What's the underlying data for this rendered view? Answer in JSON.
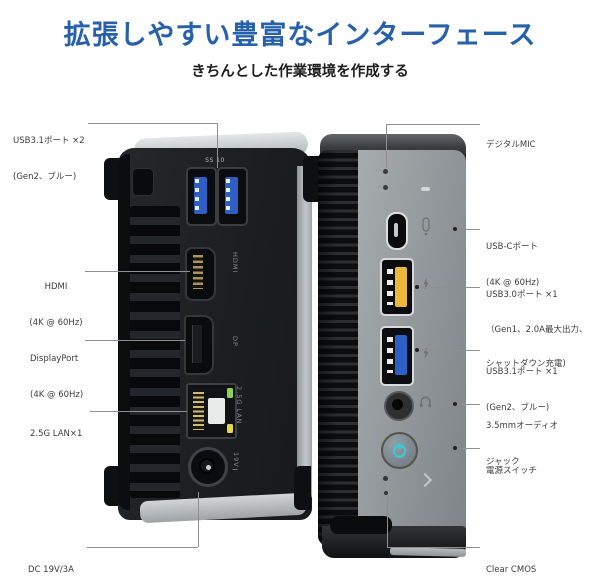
{
  "header": {
    "title": "拡張しやすい豊富なインターフェース",
    "subtitle": "きちんとした作業環境を作成する"
  },
  "callouts": {
    "left": [
      {
        "id": "usb31x2",
        "l1": "USB3.1ポート ×2",
        "l2": "(Gen2、ブルー)"
      },
      {
        "id": "hdmi",
        "l1": "HDMI",
        "l2": "(4K @ 60Hz)"
      },
      {
        "id": "dp",
        "l1": "DisplayPort",
        "l2": "(4K @ 60Hz)"
      },
      {
        "id": "lan",
        "l1": "2.5G LAN×1"
      },
      {
        "id": "dc",
        "l1": "DC 19V/3A"
      }
    ],
    "right": [
      {
        "id": "mic",
        "l1": "デジタルMIC"
      },
      {
        "id": "usbc",
        "l1": "USB-Cポート",
        "l2": "(4K @ 60Hz)"
      },
      {
        "id": "usb30",
        "l1": "USB3.0ポート ×1",
        "l2": "（Gen1、2.0A最大出力、",
        "l3": "シャットダウン充電)"
      },
      {
        "id": "usb31",
        "l1": "USB3.1ポート ×1",
        "l2": "(Gen2、ブルー)"
      },
      {
        "id": "audio",
        "l1": "3.5mmオーディオ",
        "l2": "ジャック"
      },
      {
        "id": "power",
        "l1": "電源スイッチ"
      },
      {
        "id": "cmos",
        "l1": "Clear CMOS"
      }
    ]
  },
  "markings": {
    "usb_speed": "SS 10",
    "hdmi": "HDMI",
    "dp": "DP",
    "lan": "2.5G LAN",
    "dc": "19V⎓"
  },
  "colors": {
    "title-blue": "#2760ab",
    "usb-blue": "#2e5fc6",
    "usb-yellow": "#e9b93c",
    "power-teal": "#3bc8d6",
    "led-green": "#8fd257",
    "led-yellow": "#e5d45c"
  }
}
